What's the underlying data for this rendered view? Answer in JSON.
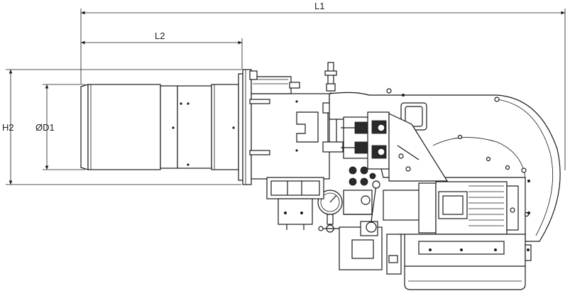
{
  "dimensions": {
    "l1": "L1",
    "l2": "L2",
    "h2": "H2",
    "d1": "ØD1"
  },
  "colors": {
    "line": "#1a1a1a",
    "background": "#ffffff"
  }
}
